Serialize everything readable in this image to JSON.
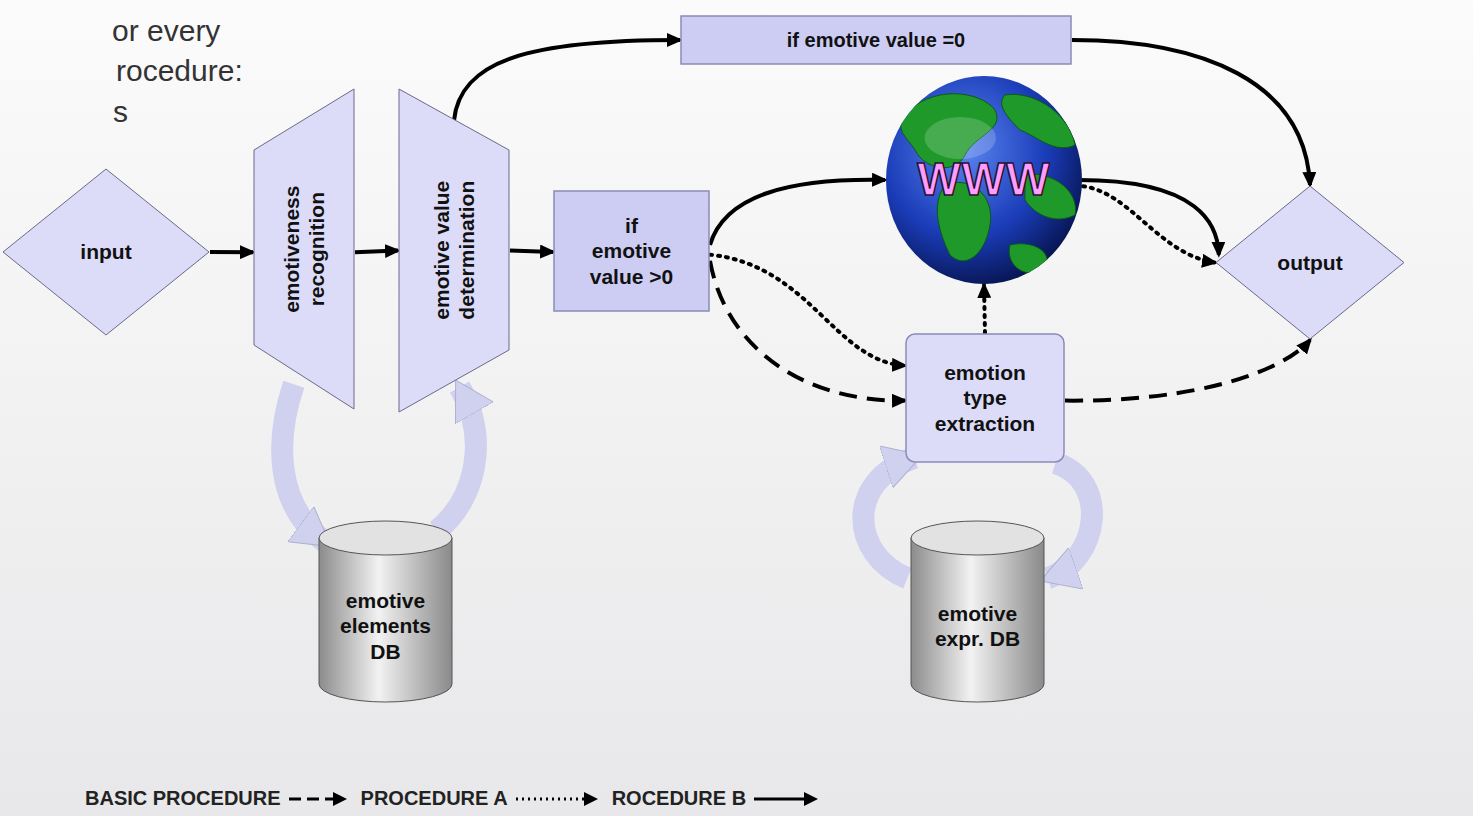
{
  "diagram": {
    "nodes": [
      {
        "text": [
          "input"
        ]
      },
      {
        "text": [
          "emotiveness recognition"
        ]
      },
      {
        "text": [
          "emotive value determination"
        ]
      },
      {
        "text": [
          "if emotive value >0"
        ]
      },
      {
        "text": [
          "if emotive value =0"
        ]
      },
      {
        "text": [
          "WWW"
        ]
      },
      {
        "text": [
          "output"
        ]
      },
      {
        "text": [
          "emotion type extraction"
        ]
      },
      {
        "text": [
          "emotive elements DB"
        ]
      },
      {
        "text": [
          "emotive expr. DB"
        ]
      }
    ],
    "edges": [
      {
        "from": 0,
        "to": 1,
        "arrow": "to"
      },
      {
        "from": 1,
        "to": 2,
        "arrow": "to"
      },
      {
        "from": 2,
        "to": 3,
        "arrow": "to"
      },
      {
        "from": 2,
        "to": 4,
        "arrow": "to"
      },
      {
        "from": 4,
        "to": 6,
        "arrow": "to"
      },
      {
        "from": 3,
        "to": 5,
        "arrow": "to"
      },
      {
        "from": 5,
        "to": 6,
        "arrow": "to"
      },
      {
        "from": 5,
        "to": 6,
        "arrow": "to"
      },
      {
        "from": 3,
        "to": 7,
        "arrow": "to"
      },
      {
        "from": 3,
        "to": 7,
        "arrow": "to"
      },
      {
        "from": 7,
        "to": 5,
        "arrow": "to"
      },
      {
        "from": 7,
        "to": 6,
        "arrow": "to"
      },
      {
        "from": 1,
        "to": 8,
        "arrow": "to"
      },
      {
        "from": 8,
        "to": 2,
        "arrow": "to"
      },
      {
        "from": 9,
        "to": 7,
        "arrow": "to"
      },
      {
        "from": 7,
        "to": 9,
        "arrow": "to"
      }
    ],
    "labels": [
      "or every",
      "rocedure:",
      "s"
    ],
    "legend": [
      {
        "text": "BASIC PROCEDURE"
      },
      {
        "text": "PROCEDURE A"
      },
      {
        "text": "ROCEDURE B"
      }
    ]
  }
}
